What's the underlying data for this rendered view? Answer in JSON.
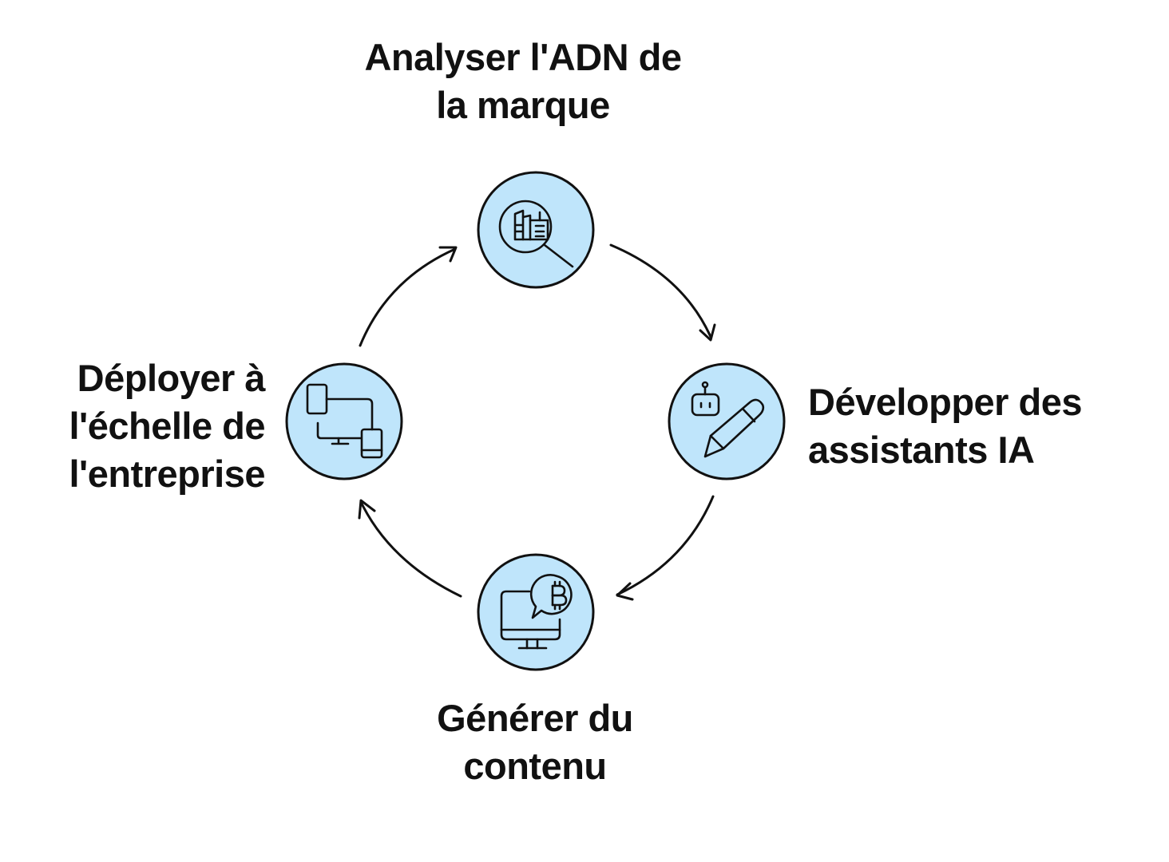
{
  "steps": [
    {
      "id": "analyze",
      "lines": [
        "Analyser l'ADN de",
        "la marque"
      ],
      "icon": "brand-analysis-magnifier-icon"
    },
    {
      "id": "develop",
      "lines": [
        "Développer des",
        "assistants IA"
      ],
      "icon": "robot-pencil-icon"
    },
    {
      "id": "generate",
      "lines": [
        "Générer du",
        "contenu"
      ],
      "icon": "monitor-bitcoin-chat-icon"
    },
    {
      "id": "deploy",
      "lines": [
        "Déployer à",
        "l'échelle de",
        "l'entreprise"
      ],
      "icon": "connected-devices-icon"
    }
  ],
  "colors": {
    "node_fill": "#bfe5fb",
    "stroke": "#111111",
    "text": "#111111",
    "background": "#ffffff"
  }
}
